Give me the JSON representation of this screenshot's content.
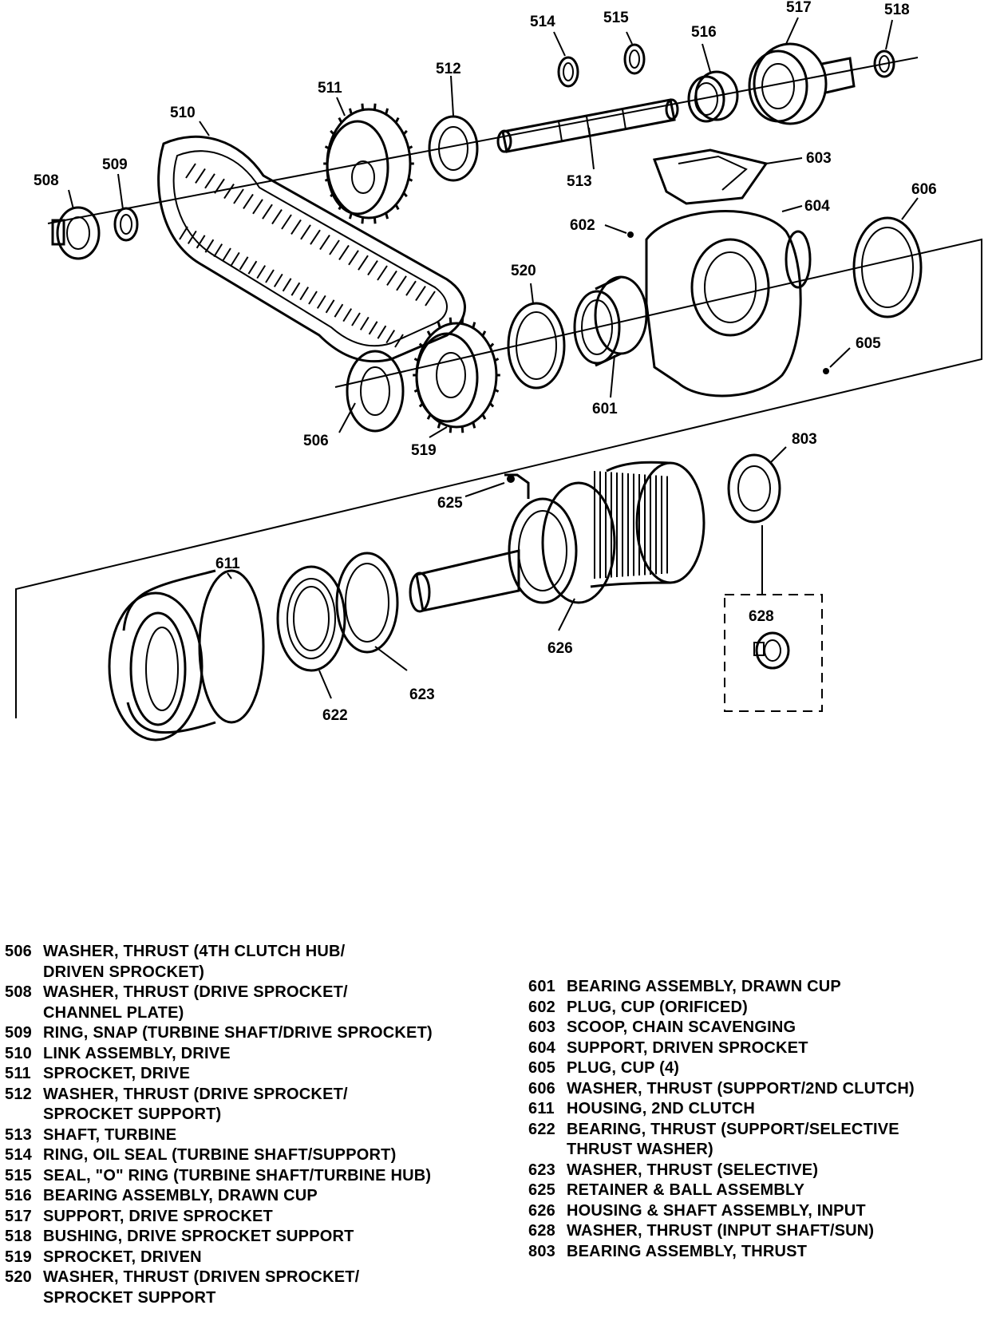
{
  "callouts": {
    "c506": "506",
    "c508": "508",
    "c509": "509",
    "c510": "510",
    "c511": "511",
    "c512": "512",
    "c513": "513",
    "c514": "514",
    "c515": "515",
    "c516": "516",
    "c517": "517",
    "c518": "518",
    "c519": "519",
    "c520": "520",
    "c601": "601",
    "c602": "602",
    "c603": "603",
    "c604": "604",
    "c605": "605",
    "c606": "606",
    "c611": "611",
    "c622": "622",
    "c623": "623",
    "c625": "625",
    "c626": "626",
    "c628": "628",
    "c803": "803"
  },
  "legend_left": [
    {
      "num": "506",
      "desc": "WASHER, THRUST (4TH CLUTCH HUB/\nDRIVEN SPROCKET)"
    },
    {
      "num": "508",
      "desc": "WASHER, THRUST (DRIVE SPROCKET/\nCHANNEL PLATE)"
    },
    {
      "num": "509",
      "desc": "RING, SNAP (TURBINE SHAFT/DRIVE SPROCKET)"
    },
    {
      "num": "510",
      "desc": "LINK ASSEMBLY, DRIVE"
    },
    {
      "num": "511",
      "desc": "SPROCKET, DRIVE"
    },
    {
      "num": "512",
      "desc": "WASHER, THRUST (DRIVE SPROCKET/\nSPROCKET SUPPORT)"
    },
    {
      "num": "513",
      "desc": "SHAFT, TURBINE"
    },
    {
      "num": "514",
      "desc": "RING, OIL SEAL (TURBINE SHAFT/SUPPORT)"
    },
    {
      "num": "515",
      "desc": "SEAL, \"O\" RING (TURBINE SHAFT/TURBINE HUB)"
    },
    {
      "num": "516",
      "desc": "BEARING ASSEMBLY, DRAWN CUP"
    },
    {
      "num": "517",
      "desc": "SUPPORT, DRIVE SPROCKET"
    },
    {
      "num": "518",
      "desc": "BUSHING, DRIVE SPROCKET SUPPORT"
    },
    {
      "num": "519",
      "desc": "SPROCKET, DRIVEN"
    },
    {
      "num": "520",
      "desc": "WASHER, THRUST (DRIVEN SPROCKET/\nSPROCKET SUPPORT"
    }
  ],
  "legend_right": [
    {
      "num": "601",
      "desc": "BEARING ASSEMBLY, DRAWN CUP"
    },
    {
      "num": "602",
      "desc": "PLUG, CUP (ORIFICED)"
    },
    {
      "num": "603",
      "desc": "SCOOP, CHAIN SCAVENGING"
    },
    {
      "num": "604",
      "desc": "SUPPORT, DRIVEN SPROCKET"
    },
    {
      "num": "605",
      "desc": "PLUG, CUP (4)"
    },
    {
      "num": "606",
      "desc": "WASHER, THRUST (SUPPORT/2ND CLUTCH)"
    },
    {
      "num": "611",
      "desc": "HOUSING, 2ND CLUTCH"
    },
    {
      "num": "622",
      "desc": "BEARING, THRUST (SUPPORT/SELECTIVE\nTHRUST WASHER)"
    },
    {
      "num": "623",
      "desc": "WASHER, THRUST (SELECTIVE)"
    },
    {
      "num": "625",
      "desc": "RETAINER & BALL ASSEMBLY"
    },
    {
      "num": "626",
      "desc": "HOUSING & SHAFT ASSEMBLY, INPUT"
    },
    {
      "num": "628",
      "desc": "WASHER, THRUST (INPUT SHAFT/SUN)"
    },
    {
      "num": "803",
      "desc": "BEARING ASSEMBLY, THRUST"
    }
  ]
}
